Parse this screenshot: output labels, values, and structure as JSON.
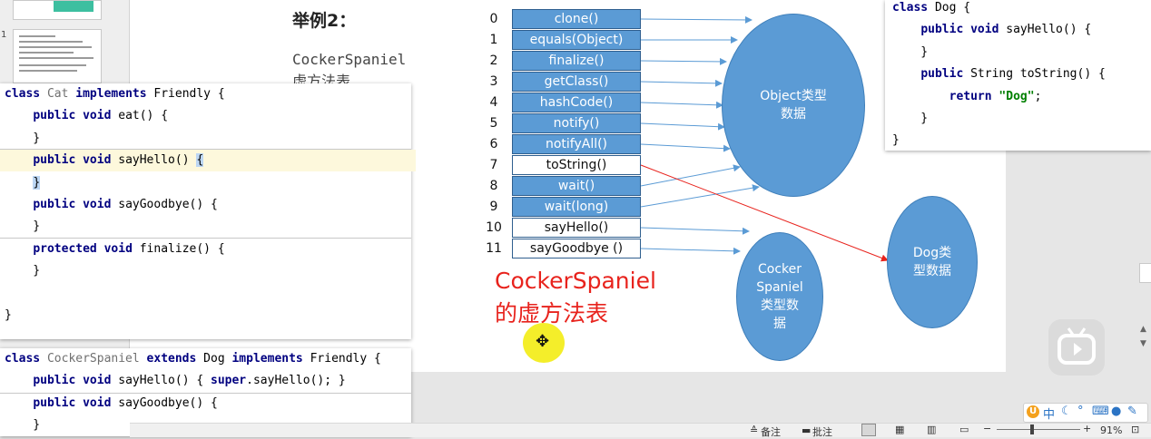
{
  "thumbnail_number": "1",
  "slide": {
    "example_title": "举例2：",
    "subtitle_lines": [
      "CockerSpaniel",
      "虚方法表"
    ],
    "method_table": [
      {
        "index": "0",
        "name": "clone()",
        "style": "blue"
      },
      {
        "index": "1",
        "name": "equals(Object)",
        "style": "blue"
      },
      {
        "index": "2",
        "name": "finalize()",
        "style": "blue"
      },
      {
        "index": "3",
        "name": "getClass()",
        "style": "blue"
      },
      {
        "index": "4",
        "name": "hashCode()",
        "style": "blue"
      },
      {
        "index": "5",
        "name": "notify()",
        "style": "blue"
      },
      {
        "index": "6",
        "name": "notifyAll()",
        "style": "blue"
      },
      {
        "index": "7",
        "name": "toString()",
        "style": "white"
      },
      {
        "index": "8",
        "name": "wait()",
        "style": "blue"
      },
      {
        "index": "9",
        "name": "wait(long)",
        "style": "blue"
      },
      {
        "index": "10",
        "name": "sayHello()",
        "style": "white"
      },
      {
        "index": "11",
        "name": "sayGoodbye ()",
        "style": "white"
      }
    ],
    "object_ellipse_lines": [
      "Object类型",
      "数据"
    ],
    "cocker_ellipse_lines": [
      "Cocker",
      "Spaniel",
      "类型数",
      "据"
    ],
    "dog_ellipse_lines": [
      "Dog类",
      "型数据"
    ],
    "vtable_label_lines": [
      "CockerSpaniel",
      "的虚方法表"
    ],
    "colors": {
      "box_blue": "#5b9bd5",
      "arrow_blue": "#5b9bd5",
      "arrow_red": "#e8231d",
      "label_red": "#e8231d"
    }
  },
  "code_cat": [
    {
      "tokens": [
        [
          "class",
          "kw"
        ],
        [
          " Cat ",
          "gr"
        ],
        [
          "implements",
          "kw"
        ],
        [
          " Friendly {",
          ""
        ]
      ]
    },
    {
      "tokens": [
        [
          "    ",
          ""
        ],
        [
          "public",
          "kw"
        ],
        [
          " ",
          ""
        ],
        [
          "void",
          "kw"
        ],
        [
          " eat() {",
          ""
        ]
      ]
    },
    {
      "tokens": [
        [
          "    }",
          ""
        ]
      ]
    },
    {
      "tokens": [
        [
          "    ",
          ""
        ],
        [
          "public",
          "kw"
        ],
        [
          " ",
          ""
        ],
        [
          "void",
          "kw"
        ],
        [
          " sayHello() ",
          ""
        ],
        [
          "{",
          "brace-hl"
        ]
      ]
    },
    {
      "tokens": [
        [
          "    ",
          ""
        ],
        [
          "}",
          "brace-hl"
        ]
      ]
    },
    {
      "tokens": [
        [
          "    ",
          ""
        ],
        [
          "public",
          "kw"
        ],
        [
          " ",
          ""
        ],
        [
          "void",
          "kw"
        ],
        [
          " sayGoodbye() {",
          ""
        ]
      ]
    },
    {
      "tokens": [
        [
          "    }",
          ""
        ]
      ]
    },
    {
      "tokens": [
        [
          "    ",
          ""
        ],
        [
          "protected",
          "kw"
        ],
        [
          " ",
          ""
        ],
        [
          "void",
          "kw"
        ],
        [
          " finalize() {",
          ""
        ]
      ]
    },
    {
      "tokens": [
        [
          "    }",
          ""
        ]
      ]
    },
    {
      "tokens": [
        [
          "",
          ""
        ]
      ]
    },
    {
      "tokens": [
        [
          "}",
          ""
        ]
      ]
    }
  ],
  "code_cocker": [
    {
      "tokens": [
        [
          "class",
          "kw"
        ],
        [
          " CockerSpaniel ",
          "gr"
        ],
        [
          "extends",
          "kw"
        ],
        [
          " Dog ",
          ""
        ],
        [
          "implements",
          "kw"
        ],
        [
          " Friendly {",
          ""
        ]
      ]
    },
    {
      "tokens": [
        [
          "    ",
          ""
        ],
        [
          "public",
          "kw"
        ],
        [
          " ",
          ""
        ],
        [
          "void",
          "kw"
        ],
        [
          " sayHello() { ",
          ""
        ],
        [
          "super",
          "kw"
        ],
        [
          ".sayHello(); }",
          ""
        ]
      ]
    },
    {
      "tokens": [
        [
          "    ",
          ""
        ],
        [
          "public",
          "kw"
        ],
        [
          " ",
          ""
        ],
        [
          "void",
          "kw"
        ],
        [
          " sayGoodbye() {",
          ""
        ]
      ]
    },
    {
      "tokens": [
        [
          "    }",
          ""
        ]
      ]
    }
  ],
  "code_dog": [
    {
      "tokens": [
        [
          "class",
          "kw"
        ],
        [
          " Dog {",
          ""
        ]
      ]
    },
    {
      "tokens": [
        [
          "    ",
          ""
        ],
        [
          "public",
          "kw"
        ],
        [
          " ",
          ""
        ],
        [
          "void",
          "kw"
        ],
        [
          " sayHello() {",
          ""
        ]
      ]
    },
    {
      "tokens": [
        [
          "    }",
          ""
        ]
      ]
    },
    {
      "tokens": [
        [
          "    ",
          ""
        ],
        [
          "public",
          "kw"
        ],
        [
          " String toString() {",
          ""
        ]
      ]
    },
    {
      "tokens": [
        [
          "        ",
          ""
        ],
        [
          "return",
          "kw"
        ],
        [
          " ",
          ""
        ],
        [
          "\"Dog\"",
          "str"
        ],
        [
          ";",
          ""
        ]
      ]
    },
    {
      "tokens": [
        [
          "    }",
          ""
        ]
      ]
    },
    {
      "tokens": [
        [
          "}",
          ""
        ]
      ]
    }
  ],
  "status_bar": {
    "notes_label": "备注",
    "comments_label": "批注",
    "zoom_minus": "−",
    "zoom_plus": "+",
    "zoom_level": "91%"
  },
  "ime_bar": {
    "label": "中"
  }
}
